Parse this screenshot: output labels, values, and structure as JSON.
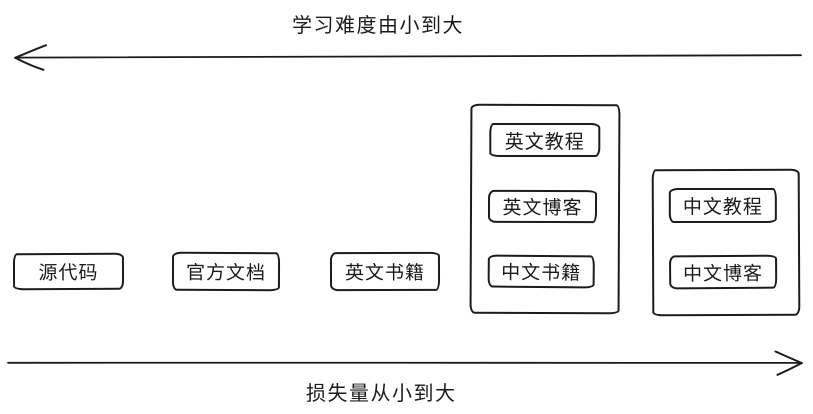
{
  "colors": {
    "stroke": "#1b1b1b",
    "background": "#ffffff"
  },
  "axes": {
    "top": {
      "label": "学习难度由小到大",
      "direction": "left"
    },
    "bottom": {
      "label": "损失量从小到大",
      "direction": "right"
    }
  },
  "nodes": [
    {
      "label": "源代码"
    },
    {
      "label": "官方文档"
    },
    {
      "label": "英文书籍"
    }
  ],
  "groups": [
    {
      "items": [
        {
          "label": "英文教程"
        },
        {
          "label": "英文博客"
        },
        {
          "label": "中文书籍"
        }
      ]
    },
    {
      "items": [
        {
          "label": "中文教程"
        },
        {
          "label": "中文博客"
        }
      ]
    }
  ]
}
